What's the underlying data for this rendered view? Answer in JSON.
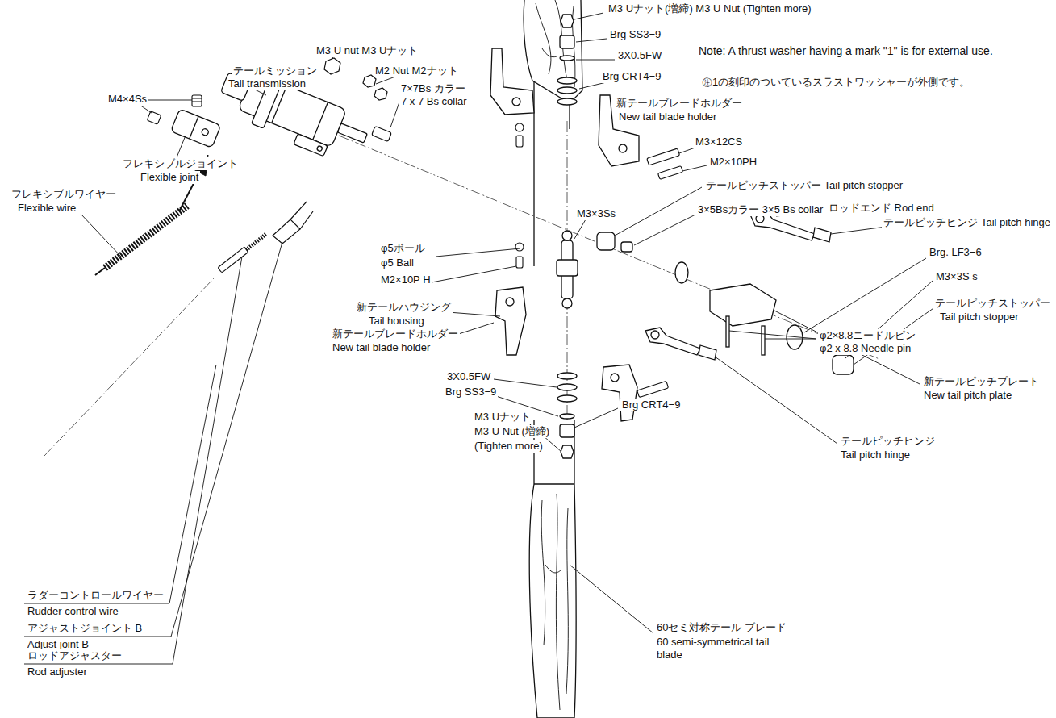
{
  "diagram": {
    "labels": [
      "M3 Uナット(増締) M3 U Nut (Tighten more)",
      "Brg SS3−9",
      "3X0.5FW",
      "Brg CRT4−9",
      "Note:  A thrust washer having a mark \"1\" is for external use.",
      "㊟1の刻印のついているスラストワッシャーが外側です。",
      "新テールブレードホルダー",
      "New tail blade holder",
      "M3 U nut M3 Uナット",
      "テールミッション",
      "Tail transmission",
      "M2 Nut M2ナット",
      "7×7Bs カラー",
      "7 x 7 Bs collar",
      "M4×4Ss",
      "M3×12CS",
      "M2×10PH",
      "フレキシブルジョイント",
      "Flexible joint",
      "テールピッチストッパー Tail pitch stopper",
      "フレキシブルワイヤー",
      "Flexible wire",
      "ロッドエンド Rod end",
      "3×5Bsカラー 3×5 Bs collar",
      "M3×3Ss",
      "テールピッチヒンジ Tail pitch hinge",
      "φ5ボール",
      "φ5 Ball",
      "Brg. LF3−6",
      "M2×10P H",
      "M3×3S s",
      "新テールハウジング",
      "Tail housing",
      "テールピッチストッパー",
      "Tail pitch stopper",
      "新テールブレードホルダー",
      "New tail blade holder",
      "φ2×8.8ニードルピン",
      "φ2 x 8.8 Needle pin",
      "新テールピッチプレート",
      "New tail pitch plate",
      "3X0.5FW",
      "Brg SS3−9",
      "Brg CRT4−9",
      "M3 Uナット",
      "M3 U Nut (増締)",
      "(Tighten more)",
      "テールピッチヒンジ",
      "Tail pitch hinge",
      "ラダーコントロールワイヤー",
      "Rudder control wire",
      "アジャストジョイント B",
      "Adjust joint B",
      "ロッドアジャスター",
      "Rod adjuster",
      "60セミ対称テール ブレード",
      "60 semi-symmetrical tail blade"
    ]
  }
}
